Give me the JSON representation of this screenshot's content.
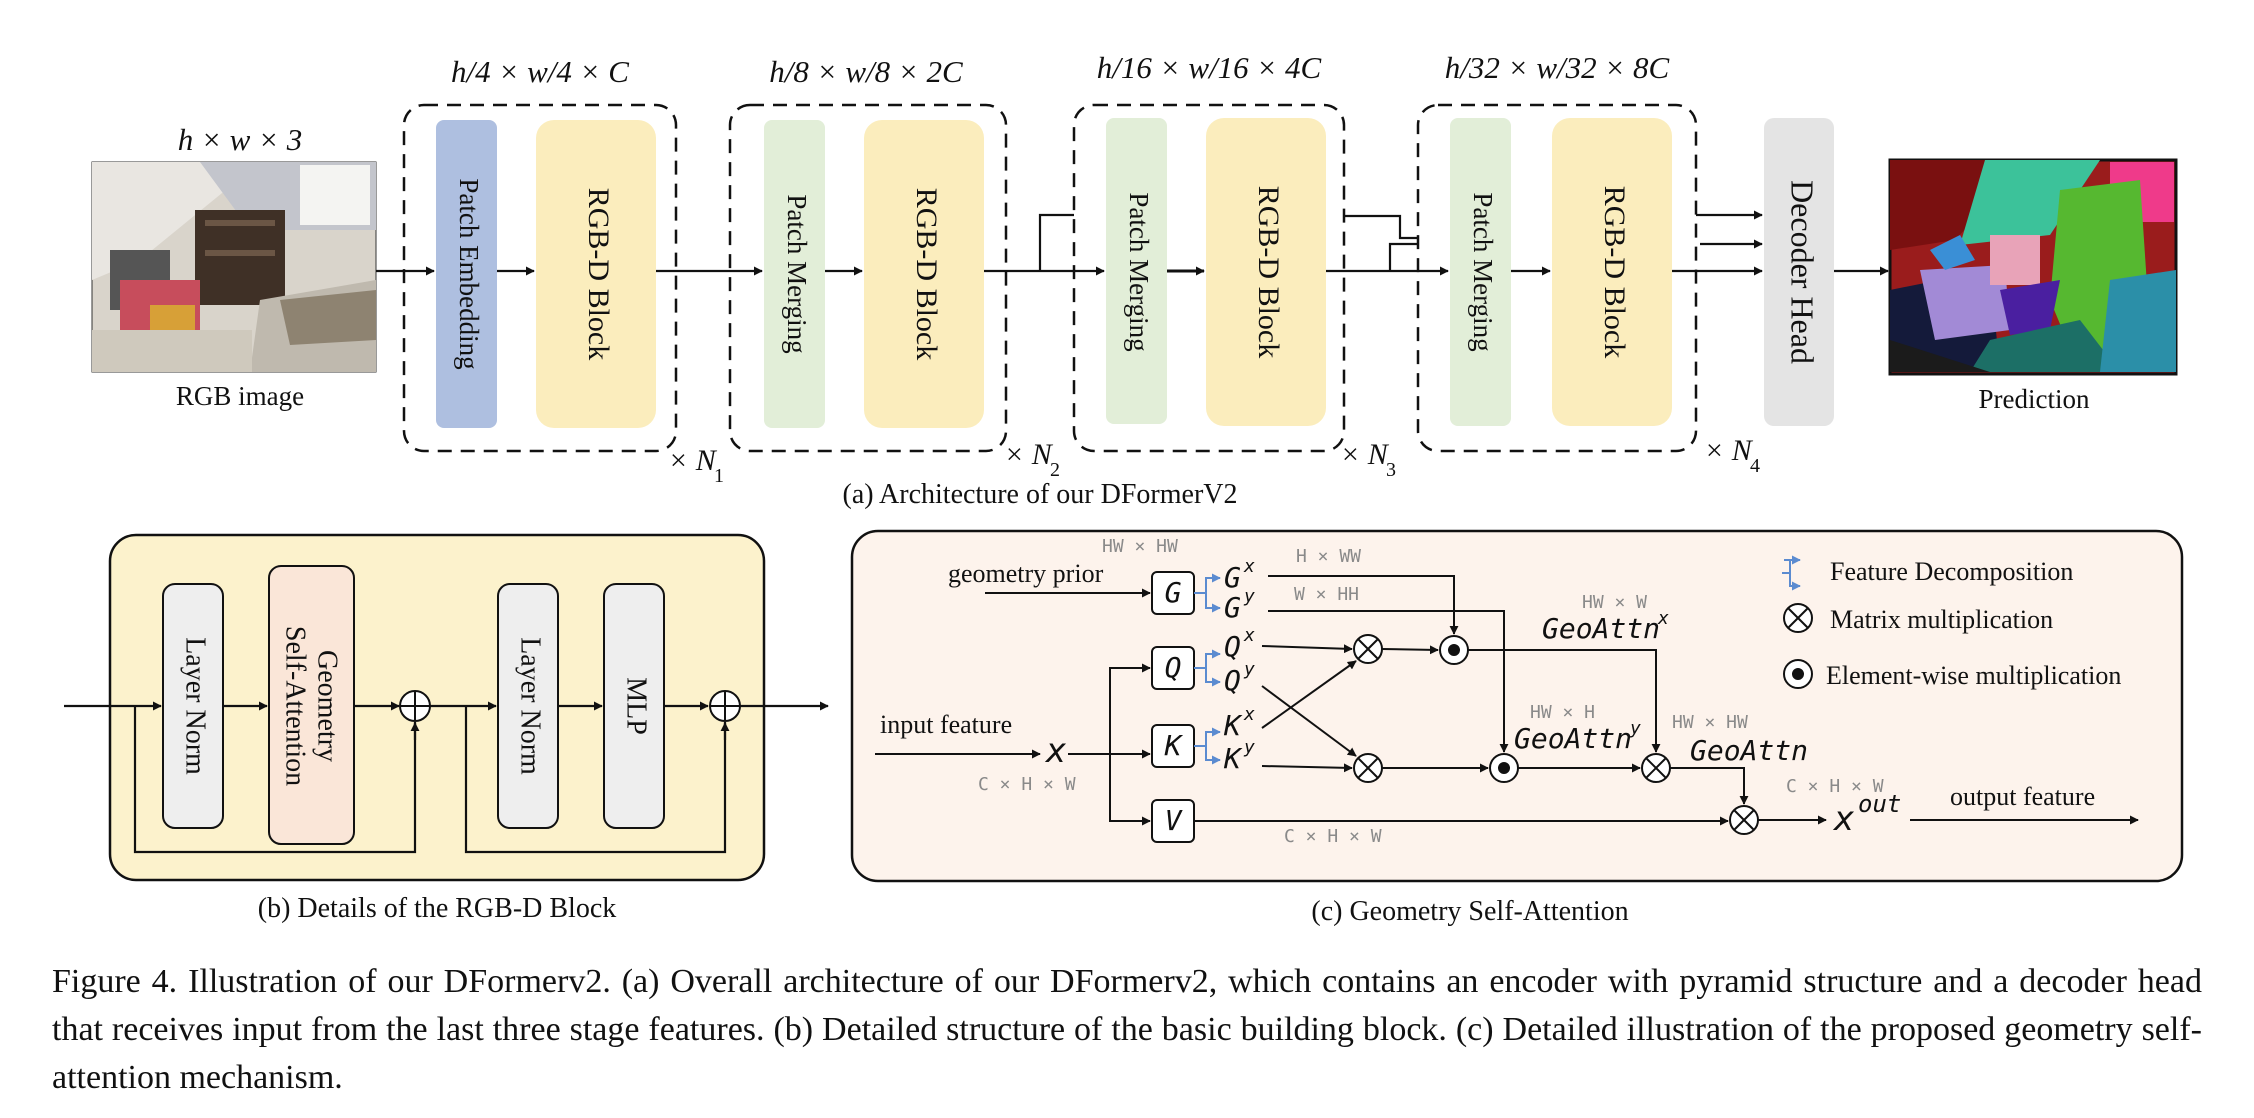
{
  "architecture": {
    "input_dim": "h × w × 3",
    "input_label": "RGB image",
    "stages": [
      {
        "dim": "h/4 × w/4 × C",
        "first_block": "Patch Embedding",
        "second_block": "RGB-D Block",
        "repeat": "× N",
        "repeat_sub": "1"
      },
      {
        "dim": "h/8 × w/8 × 2C",
        "first_block": "Patch Merging",
        "second_block": "RGB-D Block",
        "repeat": "× N",
        "repeat_sub": "2"
      },
      {
        "dim": "h/16 × w/16 × 4C",
        "first_block": "Patch Merging",
        "second_block": "RGB-D Block",
        "repeat": "× N",
        "repeat_sub": "3"
      },
      {
        "dim": "h/32 × w/32 × 8C",
        "first_block": "Patch Merging",
        "second_block": "RGB-D Block",
        "repeat": "× N",
        "repeat_sub": "4"
      }
    ],
    "decoder": "Decoder Head",
    "output_label": "Prediction",
    "caption": "(a) Architecture of our DFormerV2",
    "colors": {
      "patch_embedding": "#aebfe0",
      "patch_merging": "#e2eed8",
      "rgbd_block": "#fbedbd",
      "decoder": "#e4e4e4"
    }
  },
  "rgbd_block": {
    "layer_norm_1": "Layer Norm",
    "geo_attention": [
      "Geometry",
      "Self-Attention"
    ],
    "layer_norm_2": "Layer Norm",
    "mlp": "MLP",
    "caption": "(b) Details of the RGB-D Block",
    "colors": {
      "panel": "#fcf2cc",
      "norm": "#eeeeee",
      "geo": "#fae6d8"
    }
  },
  "geo_attention": {
    "geometry_prior": "geometry prior",
    "dim_hwhw": "HW × HW",
    "G": "G",
    "Gx": "G",
    "Gx_sup": "x",
    "Gy": "G",
    "Gy_sup": "y",
    "dim_hww": "H × WW",
    "dim_whh": "W × HH",
    "Q": "Q",
    "Qx": "Q",
    "Qy": "Q",
    "K": "K",
    "Kx": "K",
    "Ky": "K",
    "V": "V",
    "sup_x": "x",
    "sup_y": "y",
    "input_feature": "input feature",
    "x_symbol": "x",
    "dim_chw_input": "C × H × W",
    "dim_chw_v": "C × H × W",
    "dim_chw_out": "C × H × W",
    "dim_hw_w": "HW × W",
    "geoattn_x": "GeoAttn",
    "geoattn_x_sup": "x",
    "dim_hw_h": "HW × H",
    "geoattn_y": "GeoAttn",
    "geoattn_y_sup": "y",
    "dim_hw_hw2": "HW × HW",
    "geoattn": "GeoAttn",
    "x_out": "x",
    "x_out_sup": "out",
    "output_feature": "output feature",
    "legend": {
      "decomposition": "Feature Decomposition",
      "matmul": "Matrix multiplication",
      "elementwise": "Element-wise multiplication"
    },
    "caption": "(c) Geometry Self-Attention",
    "colors": {
      "panel": "#fdf3ec",
      "decomp_arrow": "#5b8bd0"
    }
  },
  "figure_caption": "Figure 4.  Illustration of our DFormerv2.  (a) Overall architecture of our DFormerv2, which contains an encoder with pyramid structure and a decoder head that receives input from the last three stage features.  (b) Detailed structure of the basic building block.  (c) Detailed illustration of the proposed geometry self-attention mechanism."
}
